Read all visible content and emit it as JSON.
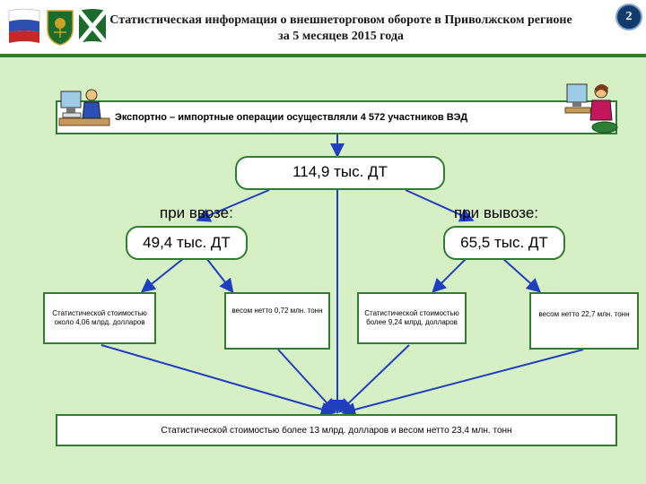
{
  "header": {
    "title": "Статистическая информация о внешнеторговом обороте в Приволжском регионе за 5 месяцев 2015 года",
    "page_number": "2"
  },
  "summary_box": "Экспортно – импортные операции осуществляли 4 572 участников ВЭД",
  "total": {
    "value": "114,9 тыс. ДТ"
  },
  "import": {
    "label": "при ввозе:",
    "value": "49,4 тыс. ДТ",
    "cost": "Статистической стоимостью около 4,06 млрд. долларов",
    "weight": "весом нетто 0,72 млн. тонн"
  },
  "export": {
    "label": "при вывозе:",
    "value": "65,5 тыс. ДТ",
    "cost": "Статистической стоимостью более 9,24 млрд. долларов",
    "weight": "весом нетто 22,7 млн. тонн"
  },
  "bottom_box": "Статистической стоимостью более 13 млрд. долларов и весом нетто 23,4 млн. тонн",
  "colors": {
    "arrow": "#1f3fbf",
    "border": "#2e7d32",
    "background": "#d7efc4"
  }
}
